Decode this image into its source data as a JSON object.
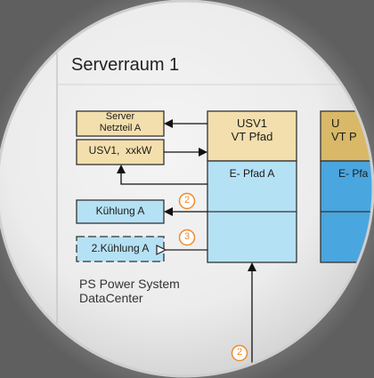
{
  "title": "Serverraum 1",
  "nodes": {
    "server_netzteil": "Server\nNetzteil A",
    "usv1_kw": "USV1,  xxkW",
    "kuehlung_a": "Kühlung A",
    "kuehlung_2": "2.Kühlung A",
    "usv1_vt_pfad": "USV1\nVT Pfad",
    "e_pfad_a": "E- Pfad A",
    "usv_right_top": "U\nVT P",
    "e_pfad_right": "E- Pfa"
  },
  "markers": {
    "m1": "2",
    "m2": "3",
    "m3": "2"
  },
  "footer": "PS Power System\nDataCenter",
  "colors": {
    "tan": "#f3dfad",
    "tan_dark": "#d9b968",
    "light_blue": "#b5e1f5",
    "mid_blue": "#4aa6df",
    "marker": "#ef8a2a",
    "paper": "#ededed"
  }
}
